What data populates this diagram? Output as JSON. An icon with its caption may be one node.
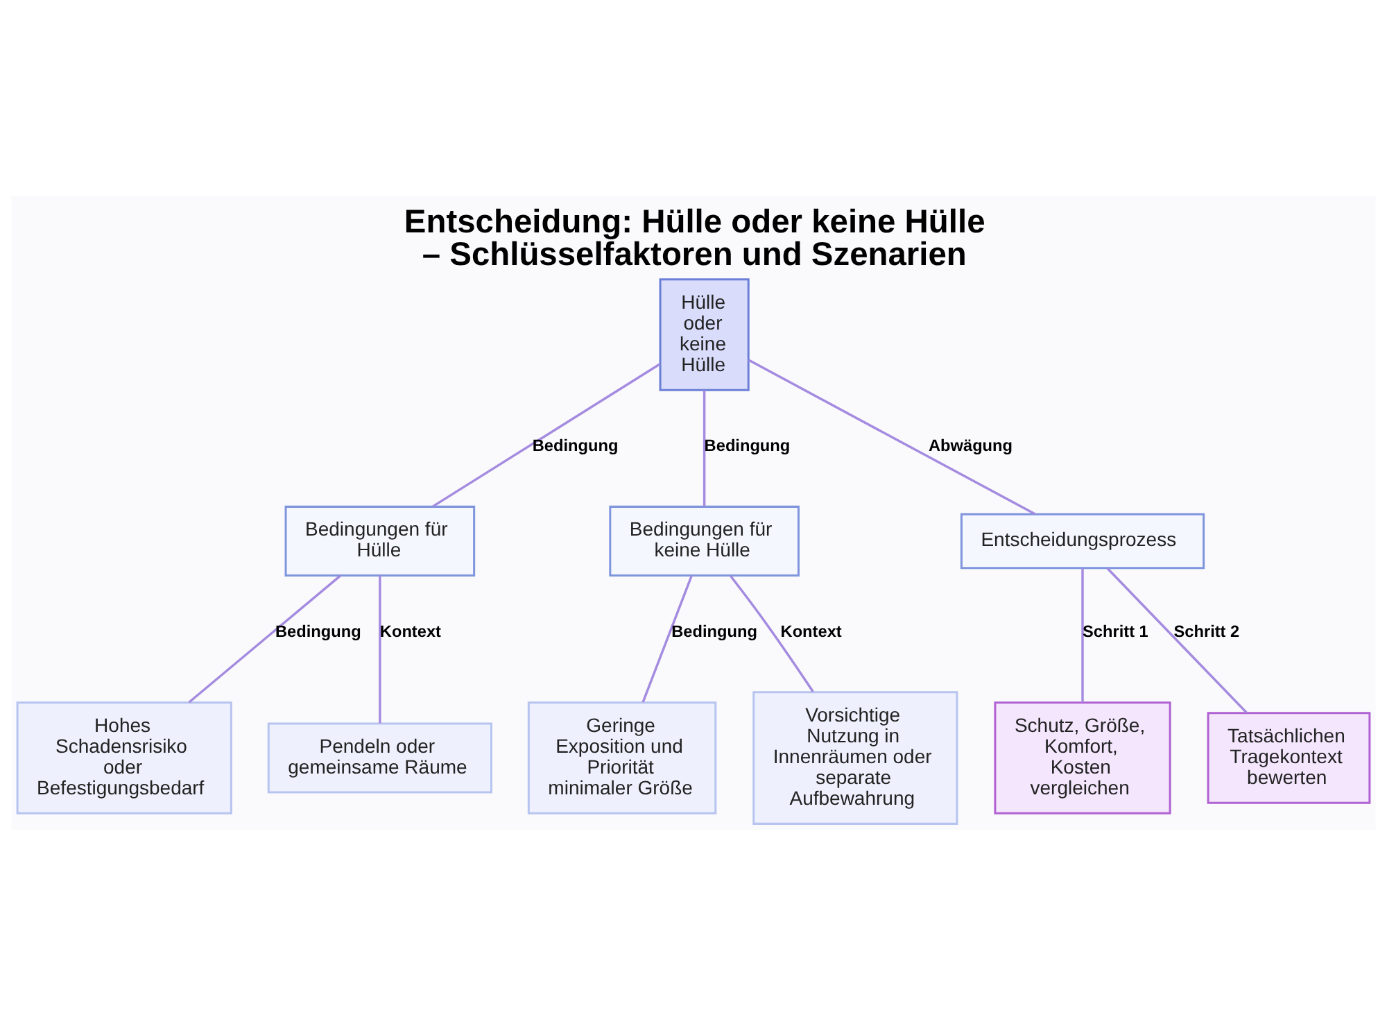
{
  "diagram": {
    "title": "Entscheidung: Hülle oder keine Hülle – Schlüsselfaktoren und Szenarien",
    "nodes": [
      {
        "text": [
          "Hülle oder keine Hülle"
        ]
      },
      {
        "text": [
          "Bedingungen für Hülle"
        ]
      },
      {
        "text": [
          "Bedingungen für keine Hülle"
        ]
      },
      {
        "text": [
          "Entscheidungsprozess"
        ]
      },
      {
        "text": [
          "Hohes Schadensrisiko oder Befestigungsbedarf"
        ]
      },
      {
        "text": [
          "Pendeln oder gemeinsame Räume"
        ]
      },
      {
        "text": [
          "Geringe Exposition und Priorität minimaler Größe"
        ]
      },
      {
        "text": [
          "Vorsichtige Nutzung in Innenräumen oder separate Aufbewahrung"
        ]
      },
      {
        "text": [
          "Schutz, Größe, Komfort, Kosten vergleichen"
        ]
      },
      {
        "text": [
          "Tatsächlichen Tragekontext bewerten"
        ]
      }
    ],
    "edges": [
      {
        "from": 0,
        "to": 1,
        "arrow": "none",
        "label": "Bedingung"
      },
      {
        "from": 0,
        "to": 2,
        "arrow": "none",
        "label": "Bedingung"
      },
      {
        "from": 0,
        "to": 3,
        "arrow": "none",
        "label": "Abwägung"
      },
      {
        "from": 1,
        "to": 4,
        "arrow": "none",
        "label": "Bedingung"
      },
      {
        "from": 1,
        "to": 5,
        "arrow": "none",
        "label": "Kontext"
      },
      {
        "from": 2,
        "to": 6,
        "arrow": "none",
        "label": "Bedingung"
      },
      {
        "from": 2,
        "to": 7,
        "arrow": "none",
        "label": "Kontext"
      },
      {
        "from": 3,
        "to": 8,
        "arrow": "none",
        "label": "Schritt 1"
      },
      {
        "from": 3,
        "to": 9,
        "arrow": "none",
        "label": "Schritt 2"
      }
    ]
  }
}
